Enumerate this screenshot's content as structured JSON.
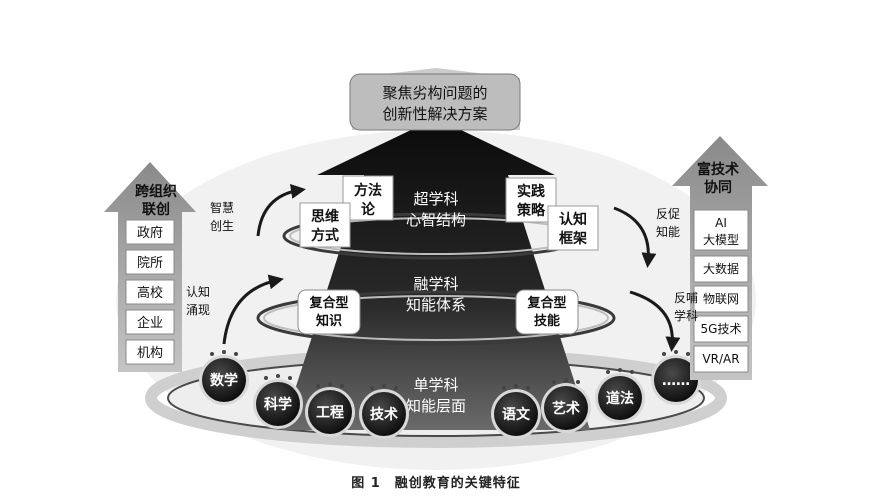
{
  "top_goal": {
    "line1": "聚焦劣构问题的",
    "line2": "创新性解决方案"
  },
  "layers": {
    "top": {
      "line1": "超学科",
      "line2": "心智结构"
    },
    "middle": {
      "line1": "融学科",
      "line2": "知能体系"
    },
    "bottom": {
      "line1": "单学科",
      "line2": "知能层面"
    }
  },
  "top_tags": {
    "method": {
      "line1": "方法",
      "line2": "论"
    },
    "thinking": {
      "line1": "思维",
      "line2": "方式"
    },
    "practice": {
      "line1": "实践",
      "line2": "策略"
    },
    "cognition": {
      "line1": "认知",
      "line2": "框架"
    }
  },
  "middle_tags": {
    "knowledge": {
      "line1": "复合型",
      "line2": "知识"
    },
    "skills": {
      "line1": "复合型",
      "line2": "技能"
    }
  },
  "subjects": [
    "数学",
    "科学",
    "工程",
    "技术",
    "语文",
    "艺术",
    "道法",
    "……"
  ],
  "left_arrow": {
    "title_line1": "跨组织",
    "title_line2": "联创",
    "items": [
      "政府",
      "院所",
      "高校",
      "企业",
      "机构"
    ]
  },
  "right_arrow": {
    "title_line1": "富技术",
    "title_line2": "协同",
    "items": [
      [
        "AI",
        "大模型"
      ],
      [
        "大数据"
      ],
      [
        "物联网"
      ],
      [
        "5G技术"
      ],
      [
        "VR/AR"
      ]
    ]
  },
  "side_labels": {
    "left_upper": [
      "智慧",
      "创生"
    ],
    "left_lower": [
      "认知",
      "涌现"
    ],
    "right_upper": [
      "反促",
      "知能"
    ],
    "right_lower": [
      "反哺",
      "学科"
    ]
  },
  "caption": "图 1　融创教育的关键特征"
}
